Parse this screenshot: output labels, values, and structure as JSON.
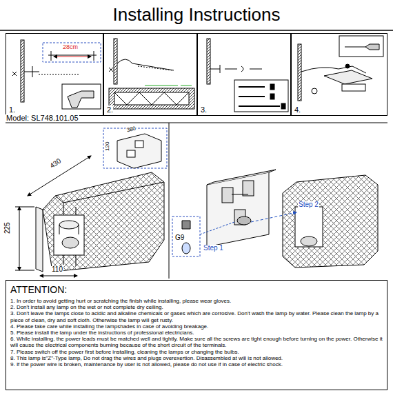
{
  "diagram": {
    "title": "Installing Instructions",
    "nodes": [
      {
        "text": [
          "1."
        ]
      },
      {
        "text": [
          "2."
        ]
      },
      {
        "text": [
          "3."
        ]
      },
      {
        "text": [
          "4."
        ]
      },
      {
        "text": [
          "ATTENTION:",
          "1. In order to avoid getting hurt or scratching the finish while installing, please wear gloves.",
          "2. Don't install any lamp on the wet or not complete dry ceiling.",
          "3. Don't leave the lamps close to acidic and alkaline chemicals or gases which are corrosive. Don't wash the lamp by water. Please clean the lamp by a piece of clean, dry and soft cloth. Otherwise the lamp will get rusty.",
          "4. Please take care while installing the lampshades in case of avoiding breakage.",
          "5. Please install the lamp under the instructions of professional electricians.",
          "6. While installing, the power leads must be matched well and tightly. Make sure all the screws are tight enough before turning on the power. Otherwise it will cause the electrical components burning because of the short circuit of the terminals.",
          "7. Please switch off the power first before installing, cleaning the lamps or changing the bulbs.",
          "8. This lamp is\"Z\"-Type lamp, Do not drag the wires and plugs overexertion. Disassembled at will is not allowed.",
          "9. If the power wire is broken, maintenance by user is not allowed, please do not use if in case of electric shock."
        ]
      }
    ],
    "labels": [
      "Model: SL748.101.05",
      "28cm",
      "380",
      "120",
      "430",
      "225",
      "110",
      "G9",
      "Step 1",
      "Step 2"
    ]
  }
}
